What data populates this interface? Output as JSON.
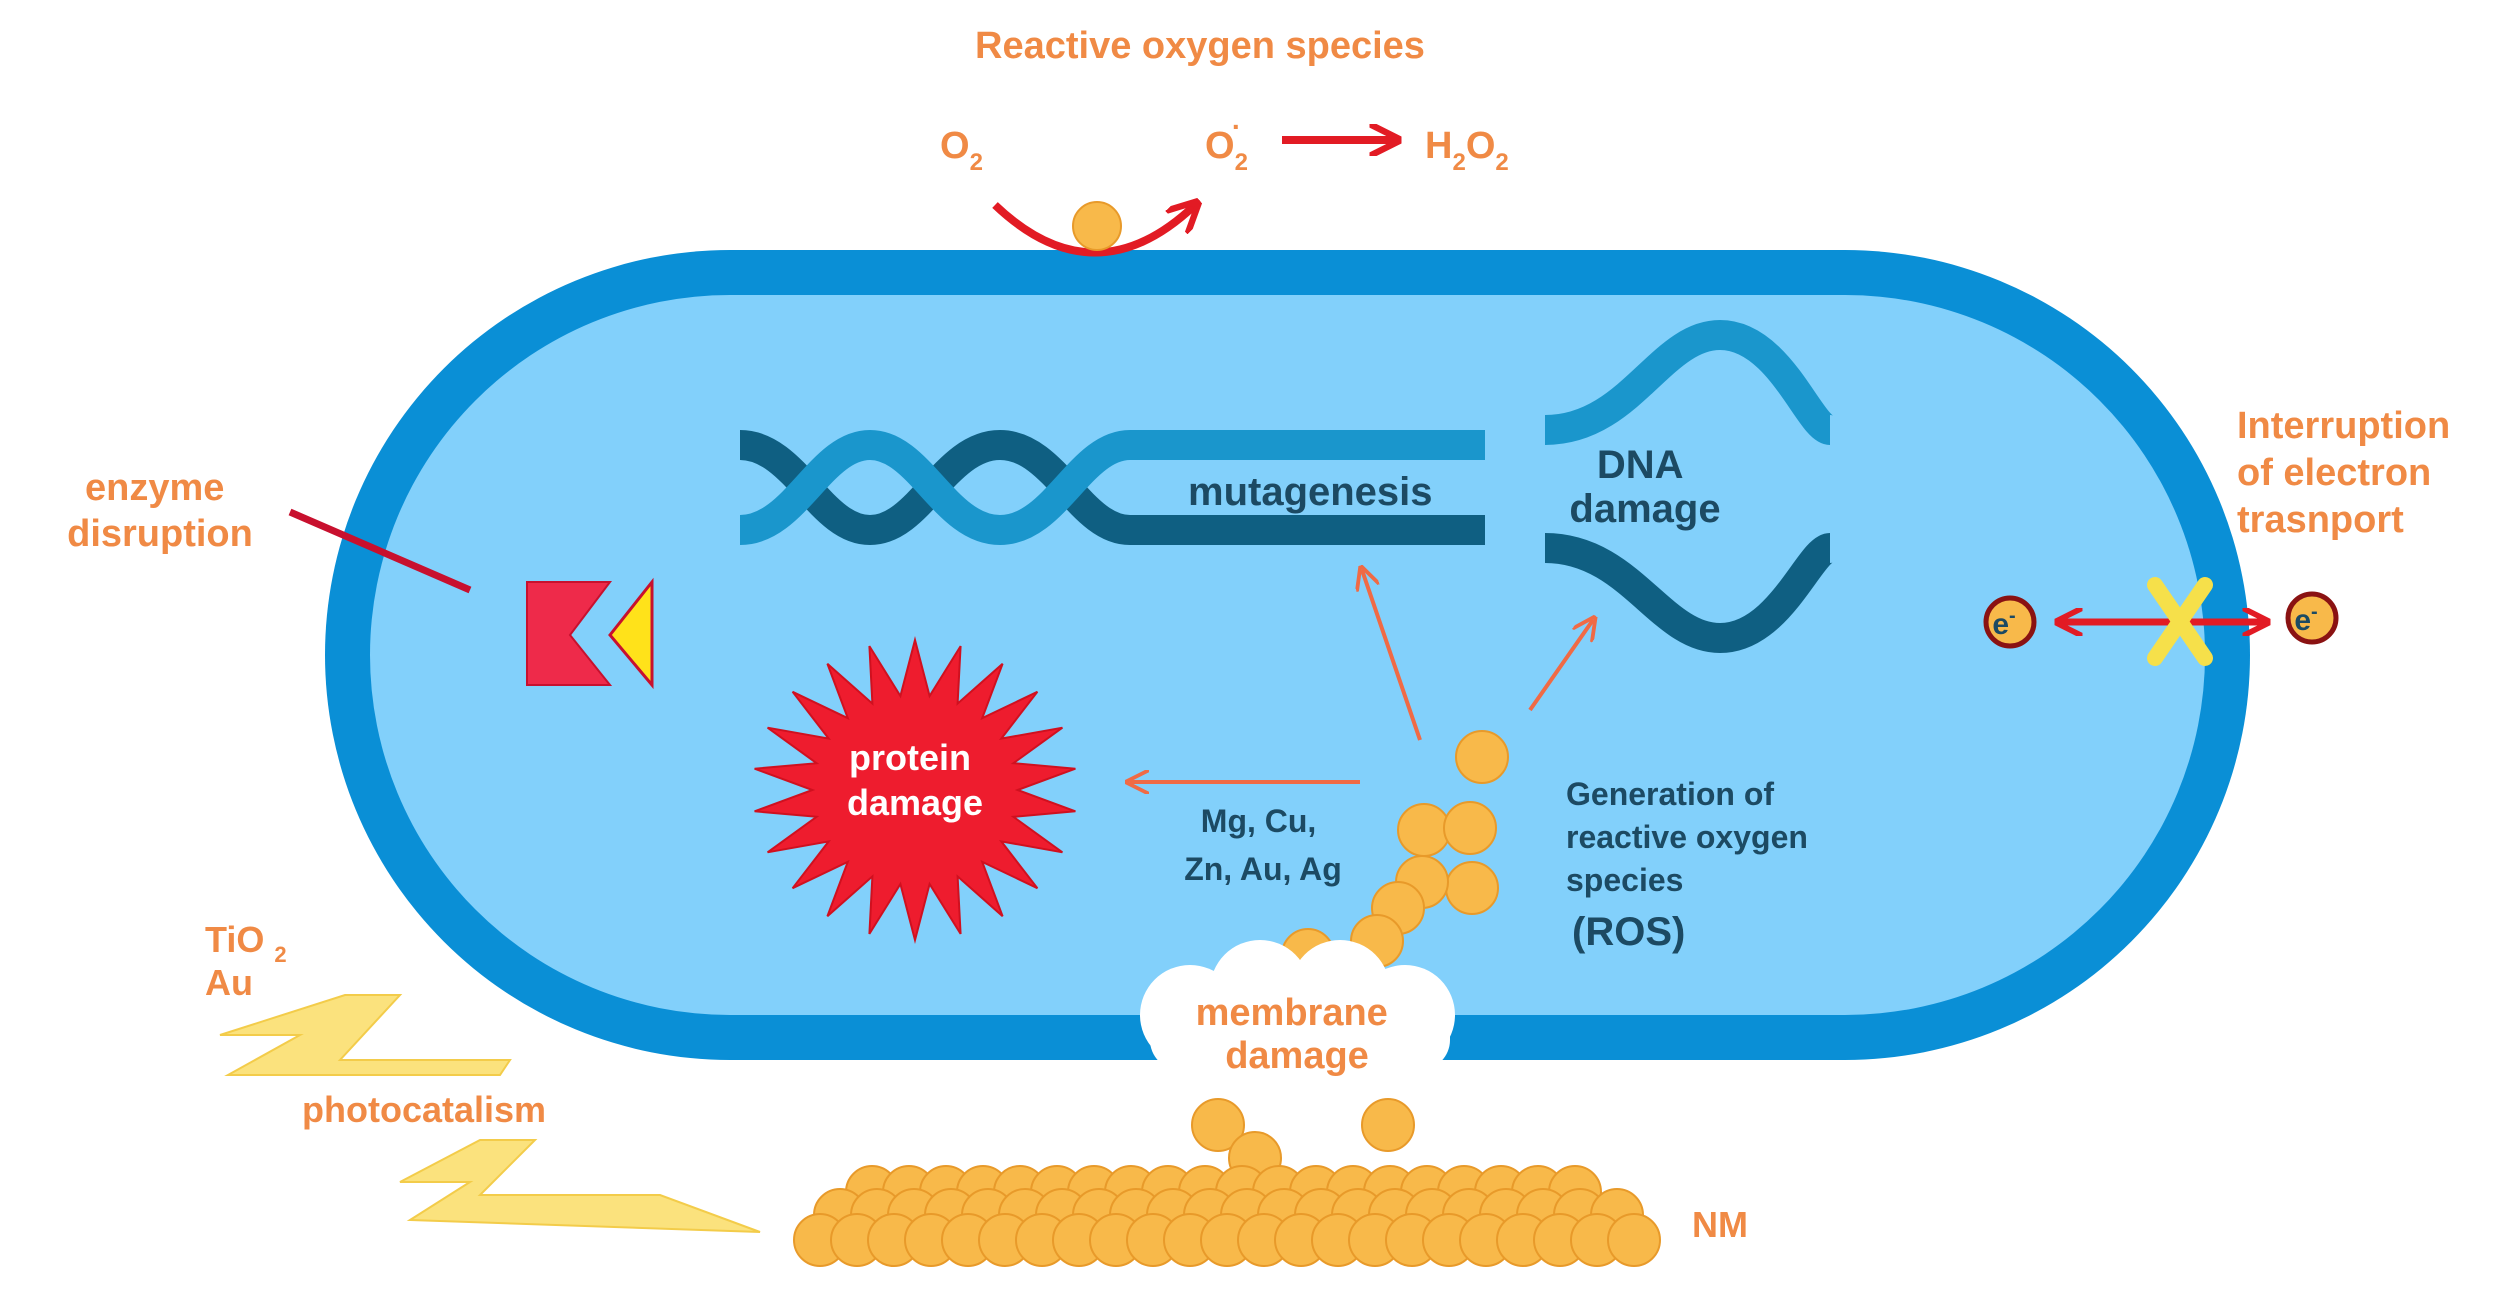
{
  "colors": {
    "outer_membrane": "#0a8fd6",
    "cytoplasm": "#82d0fb",
    "orange_text": "#f08a45",
    "dark_text": "#1c4a63",
    "arrow_red": "#e21b24",
    "nanoparticle": "#f8b94a",
    "protein_star": "#ee1c2e",
    "dna_dark": "#0f5f82",
    "dna_light": "#1a96cc",
    "lightning": "#fbe27d"
  },
  "labels": {
    "ros_title": "Reactive oxygen species",
    "o2": "O",
    "o2_sub": "2",
    "superoxide": "O",
    "superoxide_sub": "2",
    "superoxide_sup": "·",
    "h2o2_h": "H",
    "h2o2_sub1": "2",
    "h2o2_o": "O",
    "h2o2_sub2": "2",
    "enzyme_line1": "enzyme",
    "enzyme_line2": "disruption",
    "interruption_line1": "Interruption",
    "interruption_line2": "of electron",
    "interruption_line3": "trasnport",
    "electron": "e",
    "electron_sup": "-",
    "mutagenesis": "mutagenesis",
    "dna_line1": "DNA",
    "dna_line2": "damage",
    "protein_line1": "protein",
    "protein_line2": "damage",
    "metals_line1": "Mg, Cu,",
    "metals_line2": "Zn, Au, Ag",
    "generation_line1": "Generation of",
    "generation_line2": "reactive oxygen",
    "generation_line3": "species",
    "ros_abbrev": "(ROS)",
    "membrane_line1": "membrane",
    "membrane_line2": "damage",
    "tio2": "TiO",
    "tio2_sub": "2",
    "au": "Au",
    "photocatalism": "photocatalism",
    "nm": "NM"
  }
}
